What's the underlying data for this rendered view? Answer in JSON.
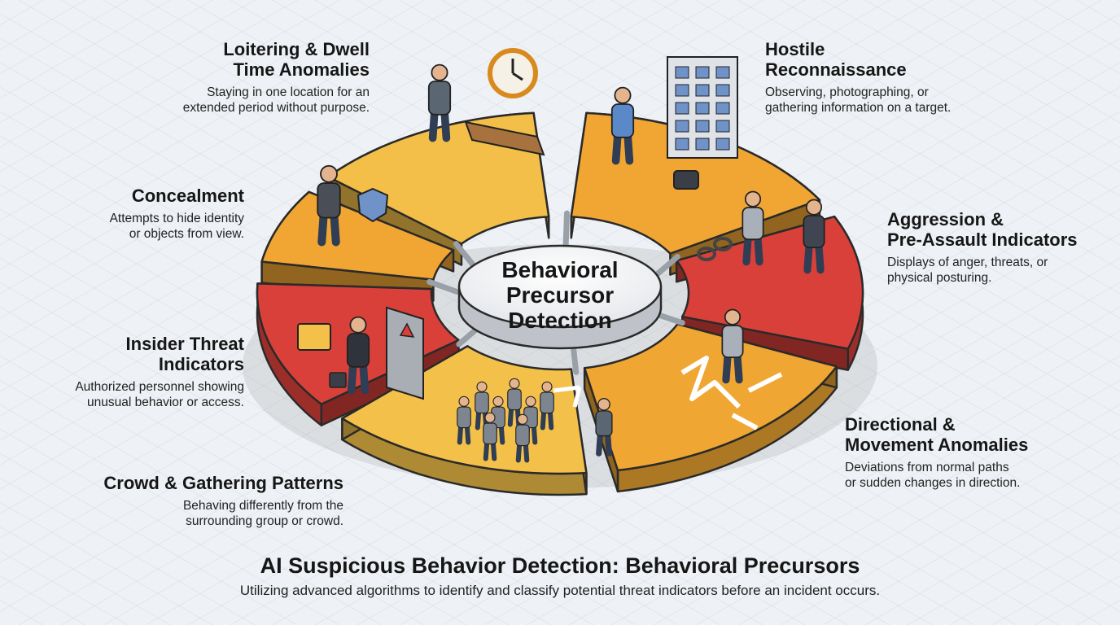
{
  "center": {
    "lines": [
      "Behavioral",
      "Precursor",
      "Detection"
    ]
  },
  "segments": [
    {
      "id": "loitering",
      "title_lines": [
        "Loitering & Dwell",
        "Time Anomalies"
      ],
      "desc_lines": [
        "Staying in one location for an",
        "extended period without purpose."
      ],
      "color": "#f3bf48",
      "icon": "clock-bench-person-icon"
    },
    {
      "id": "hostile",
      "title_lines": [
        "Hostile",
        "Reconnaissance"
      ],
      "desc_lines": [
        "Observing, photographing, or",
        "gathering information on a target."
      ],
      "color": "#f1a634",
      "icon": "binoculars-building-camera-icon"
    },
    {
      "id": "aggression",
      "title_lines": [
        "Aggression &",
        "Pre-Assault Indicators"
      ],
      "desc_lines": [
        "Displays of anger, threats, or",
        "physical posturing."
      ],
      "color": "#d9403a",
      "icon": "fighting-people-icon"
    },
    {
      "id": "directional",
      "title_lines": [
        "Directional &",
        "Movement Anomalies"
      ],
      "desc_lines": [
        "Deviations from normal paths",
        "or sudden changes in direction."
      ],
      "color": "#f0a632",
      "icon": "zigzag-arrows-icon"
    },
    {
      "id": "crowd",
      "title_lines": [
        "Crowd & Gathering Patterns"
      ],
      "desc_lines": [
        "Behaving differently from the",
        "surrounding group or crowd."
      ],
      "color": "#f3c04a",
      "icon": "crowd-icon"
    },
    {
      "id": "insider",
      "title_lines": [
        "Insider Threat",
        "Indicators"
      ],
      "desc_lines": [
        "Authorized personnel showing",
        "unusual behavior or access."
      ],
      "color": "#d9403a",
      "icon": "door-briefcase-icon"
    },
    {
      "id": "concealment",
      "title_lines": [
        "Concealment"
      ],
      "desc_lines": [
        "Attempts to hide identity",
        "or objects from view."
      ],
      "color": "#f1a634",
      "icon": "hooded-person-shield-icon"
    }
  ],
  "footer": {
    "title": "AI Suspicious Behavior Detection: Behavioral Precursors",
    "subtitle": "Utilizing advanced algorithms to identify and classify potential threat indicators before an incident occurs."
  }
}
